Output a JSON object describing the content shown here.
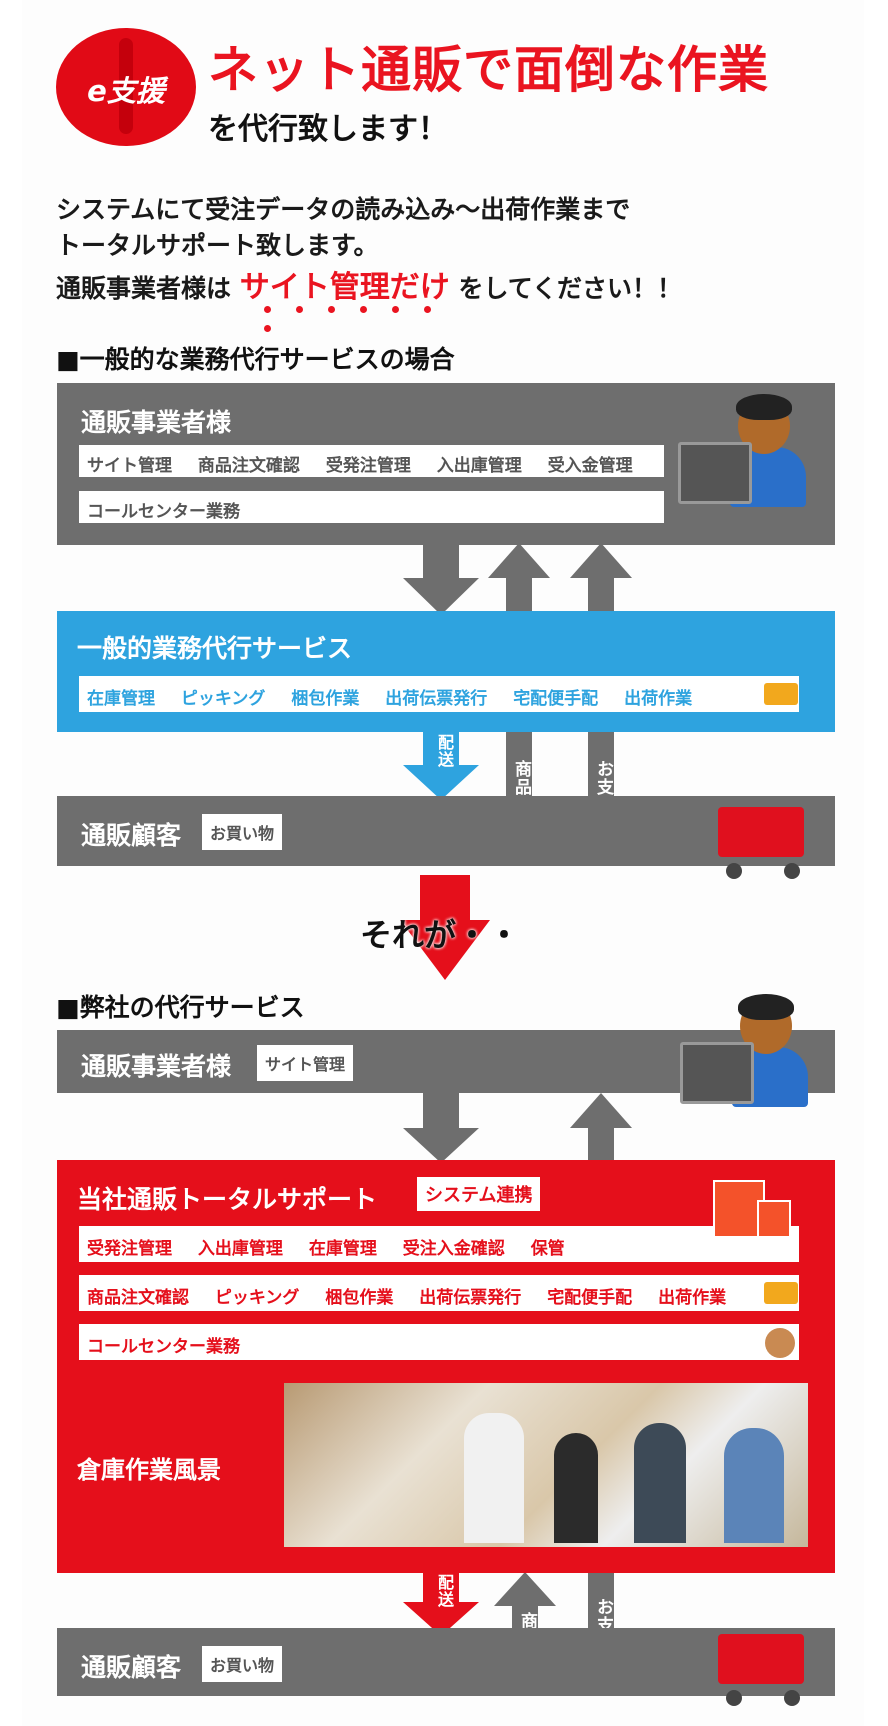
{
  "header": {
    "badge": "e支援",
    "headline": "ネット通販で面倒な作業",
    "subheadline": "を代行致します！"
  },
  "intro": {
    "line1": "システムにて受注データの読み込み〜出荷作業まで",
    "line2": "トータルサポート致します。",
    "line3_before": "通販事業者様は",
    "line3_highlight": "サイト管理だけ",
    "line3_after": "をしてください！！"
  },
  "general": {
    "section_title": "■一般的な業務代行サービスの場合",
    "merchant_title": "通販事業者様",
    "merchant_items": [
      "サイト管理",
      "商品注文確認",
      "受発注管理",
      "入出庫管理",
      "受入金管理"
    ],
    "merchant_extra": "コールセンター業務",
    "agency_title": "一般的業務代行サービス",
    "agency_items": [
      "在庫管理",
      "ピッキング",
      "梱包作業",
      "出荷伝票発行",
      "宅配便手配",
      "出荷作業"
    ],
    "arrow_delivery": "配送",
    "arrow_order": "商品注文",
    "arrow_payment": "お支払い",
    "customer_title": "通販顧客",
    "customer_tag": "お買い物"
  },
  "transition": {
    "text": "それが・・"
  },
  "ours": {
    "section_title": "■弊社の代行サービス",
    "merchant_title": "通販事業者様",
    "merchant_tag": "サイト管理",
    "support_title": "当社通販トータルサポート",
    "support_tag": "システム連携",
    "row1_items": [
      "受発注管理",
      "入出庫管理",
      "在庫管理",
      "受注入金確認",
      "保管"
    ],
    "row2_items": [
      "商品注文確認",
      "ピッキング",
      "梱包作業",
      "出荷伝票発行",
      "宅配便手配",
      "出荷作業"
    ],
    "row3_item": "コールセンター業務",
    "warehouse_label": "倉庫作業風景",
    "arrow_delivery": "配送",
    "arrow_order": "商品注文",
    "arrow_payment": "お支払い",
    "customer_title": "通販顧客",
    "customer_tag": "お買い物"
  },
  "colors": {
    "red": "#e50f1b",
    "blue": "#2ea3df",
    "gray": "#6e6e6e"
  },
  "icons": [
    "person-at-computer-icon",
    "truck-icon",
    "shopping-cart-icon",
    "shopping-bags-icon",
    "operator-icon"
  ]
}
